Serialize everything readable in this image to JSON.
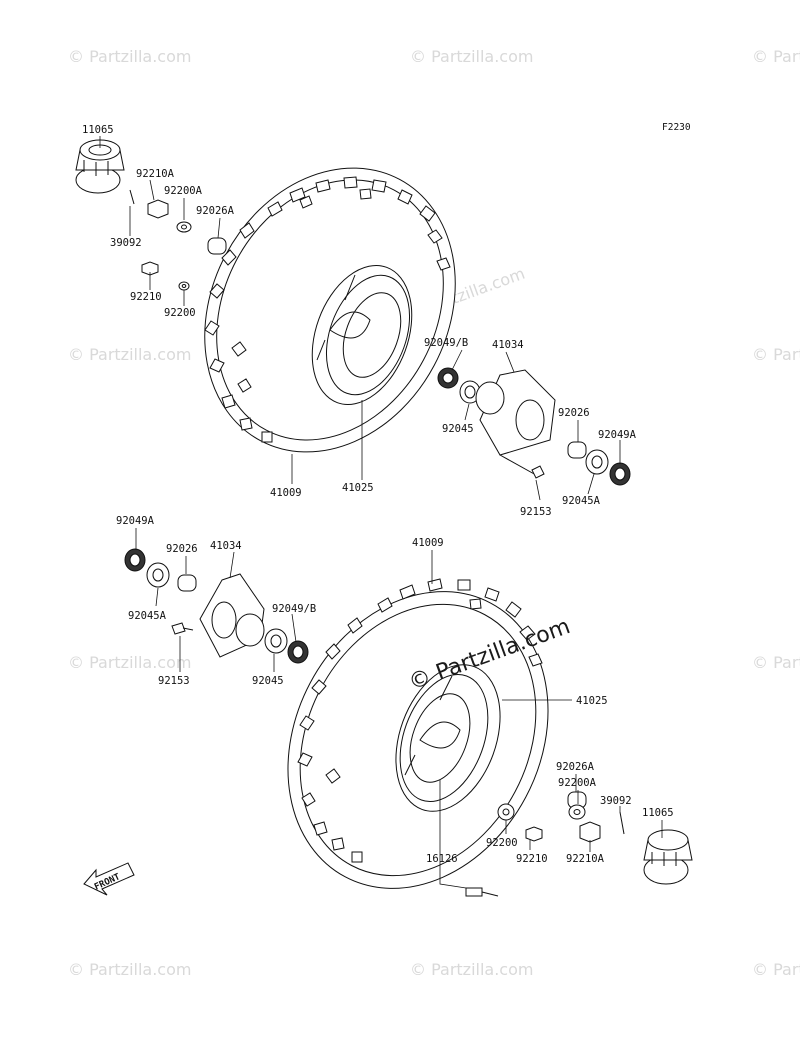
{
  "diagram": {
    "figure_code": "F2230",
    "watermark_text": "© Partzilla.com",
    "main_watermark_text": "© Partzilla.com",
    "front_label": "FRONT"
  },
  "labels": {
    "top": {
      "p11065": "11065",
      "p92210a": "92210A",
      "p92200a": "92200A",
      "p92026a": "92026A",
      "p39092": "39092",
      "p92210": "92210",
      "p92200": "92200",
      "p92049b": "92049/B",
      "p41034": "41034",
      "p92045": "92045",
      "p92026": "92026",
      "p92049a": "92049A",
      "p92045a": "92045A",
      "p92153": "92153",
      "p41009": "41009",
      "p41025": "41025"
    },
    "bottom": {
      "p92049a": "92049A",
      "p92026": "92026",
      "p41034": "41034",
      "p92045a": "92045A",
      "p92049b": "92049/B",
      "p92153": "92153",
      "p92045": "92045",
      "p41009": "41009",
      "p41025": "41025",
      "p92026a": "92026A",
      "p92200a": "92200A",
      "p39092": "39092",
      "p11065": "11065",
      "p92200": "92200",
      "p92210": "92210",
      "p92210a": "92210A",
      "p16126": "16126"
    }
  }
}
